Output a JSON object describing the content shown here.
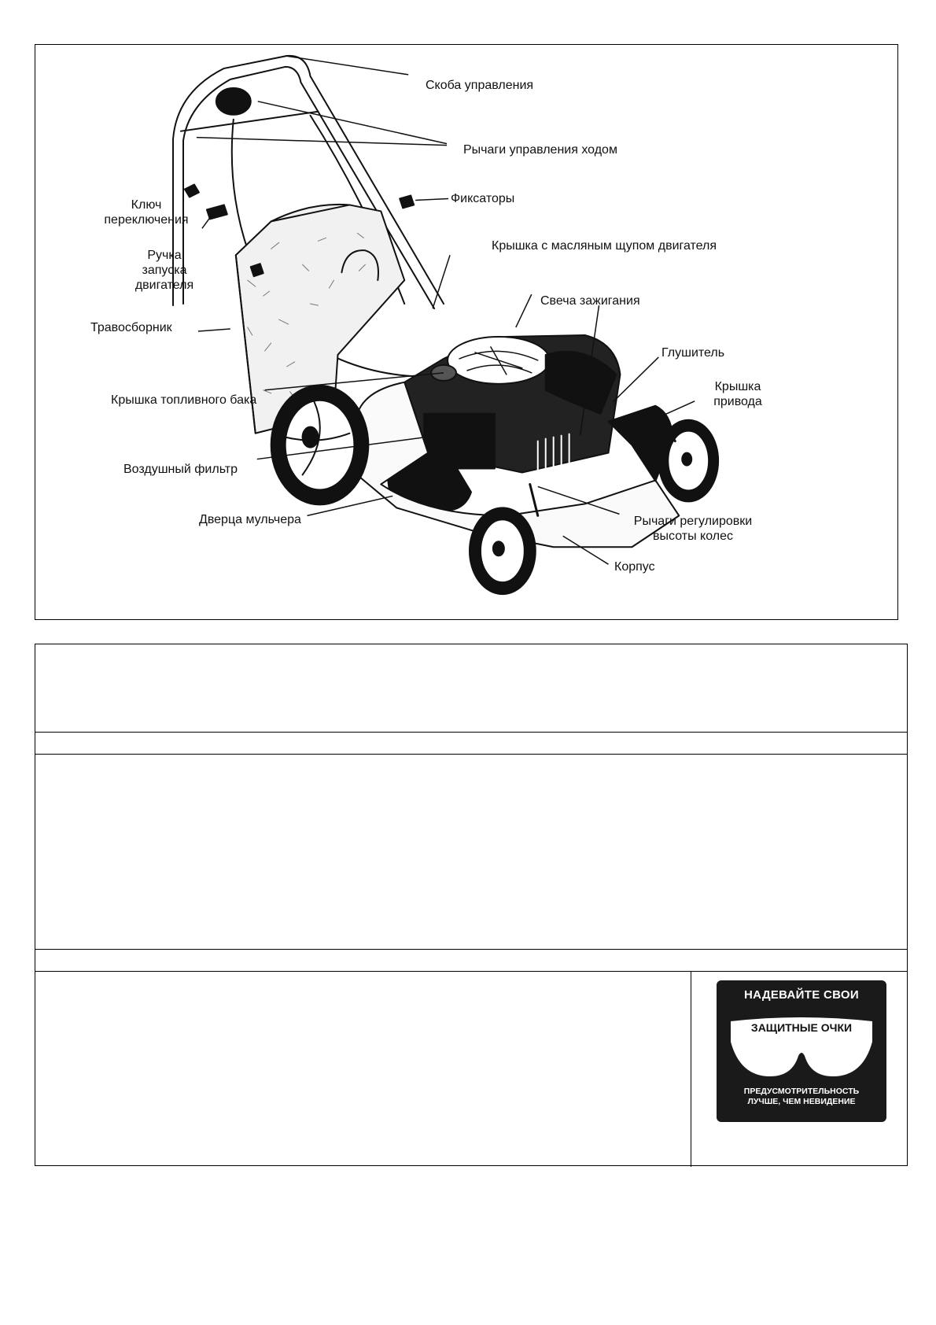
{
  "diagram": {
    "labels": {
      "handle": "Скоба управления",
      "drive_levers": "Рычаги управления ходом",
      "key_line1": "Ключ",
      "key_line2": "переключения",
      "clamps": "Фиксаторы",
      "starter_line1": "Ручка",
      "starter_line2": "запуска",
      "starter_line3": "двигателя",
      "dipstick_cap": "Крышка с масляным щупом двигателя",
      "spark_plug": "Свеча зажигания",
      "grass_bag": "Травосборник",
      "muffler": "Глушитель",
      "drive_cover_line1": "Крышка",
      "drive_cover_line2": "привода",
      "fuel_cap": "Крышка топливного бака",
      "air_filter": "Воздушный фильтр",
      "mulch_door": "Дверца мульчера",
      "height_levers_line1": "Рычаги регулировки",
      "height_levers_line2": "высоты колес",
      "deck": "Корпус"
    }
  },
  "safety_sign": {
    "top": "НАДЕВАЙТЕ СВОИ",
    "middle": "ЗАЩИТНЫЕ ОЧКИ",
    "bottom_line1": "ПРЕДУСМОТРИТЕЛЬНОСТЬ",
    "bottom_line2": "ЛУЧШЕ, ЧЕМ НЕВИДЕНИЕ"
  }
}
